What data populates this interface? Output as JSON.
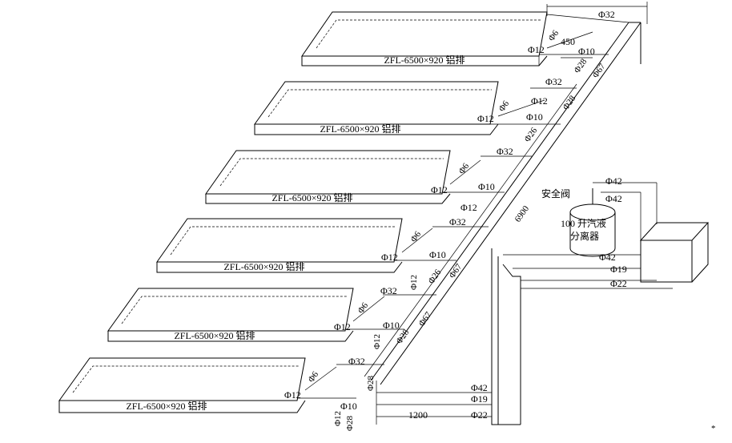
{
  "panels": [
    {
      "label": "ZFL-6500×920 铝排"
    },
    {
      "label": "ZFL-6500×920 铝排"
    },
    {
      "label": "ZFL-6500×920 铝排"
    },
    {
      "label": "ZFL-6500×920 铝排"
    },
    {
      "label": "ZFL-6500×920 铝排"
    },
    {
      "label": "ZFL-6500×920 铝排"
    }
  ],
  "pipe_labels": {
    "phi32": "Φ32",
    "phi6": "Φ6",
    "phi12": "Φ12",
    "phi10": "Φ10",
    "phi28": "Φ28",
    "phi67": "Φ67",
    "phi42": "Φ42",
    "phi19": "Φ19",
    "phi22": "Φ22",
    "phi26": "Φ26"
  },
  "dimensions": {
    "top_run": "450",
    "riser_height": "6900",
    "bottom_run": "1200"
  },
  "equipment": {
    "safety_valve": "安全阀",
    "separator_line1": "100 升汽液",
    "separator_line2": "分离器"
  },
  "corner_mark": "*"
}
